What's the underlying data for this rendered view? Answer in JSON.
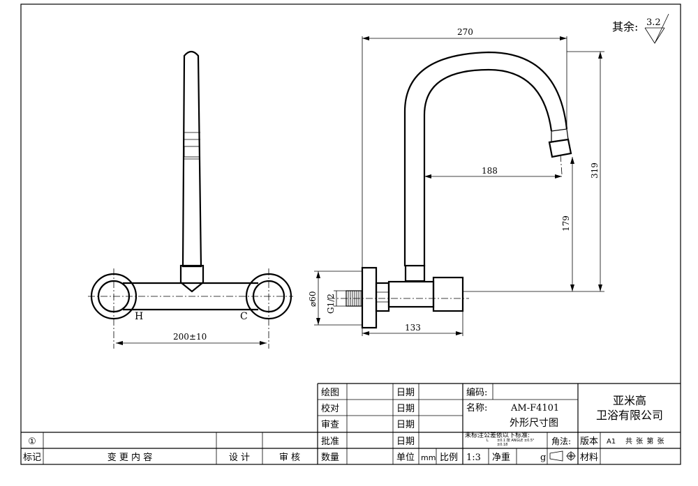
{
  "roughness": {
    "label": "其余:",
    "value": "3.2"
  },
  "front_view": {
    "hot_label": "H",
    "cold_label": "C",
    "dim_spacing": "200±10"
  },
  "side_view": {
    "dim_total_width": "270",
    "dim_reach": "188",
    "dim_height": "319",
    "dim_lower_height": "179",
    "dim_flange_dia": "⌀60",
    "dim_thread": "G1/2",
    "dim_body_length": "133"
  },
  "title_block": {
    "drawn_label": "绘图",
    "checked_label": "校对",
    "reviewed_label": "审查",
    "approved_label": "批准",
    "quantity_label": "数量",
    "date_label": "日期",
    "unit_label": "单位",
    "unit_value": "mm",
    "scale_label": "比例",
    "scale_value": "1:3",
    "net_weight_label": "净重",
    "weight_unit": "g",
    "code_label": "编码:",
    "name_label": "名称:",
    "part_number": "AM-F4101",
    "drawing_title": "外形尺寸图",
    "tolerance_note": "未标注公差依以下标准:",
    "tolerance_detail_1": "L",
    "tolerance_detail_2": "±0.1 按 ANGLE ±0.5°",
    "tolerance_detail_3": "±0.18",
    "angle_label": "角法:",
    "version_label": "版本",
    "version_value": "A1",
    "sheets_label": "共  张 第  张",
    "material_label": "材料",
    "company_line_1": "亚米高",
    "company_line_2": "卫浴有限公司",
    "revision_symbol": "①",
    "mark_label": "标记",
    "change_content_label": "变 更 内 容",
    "design_label": "设 计",
    "audit_label": "审 核"
  }
}
